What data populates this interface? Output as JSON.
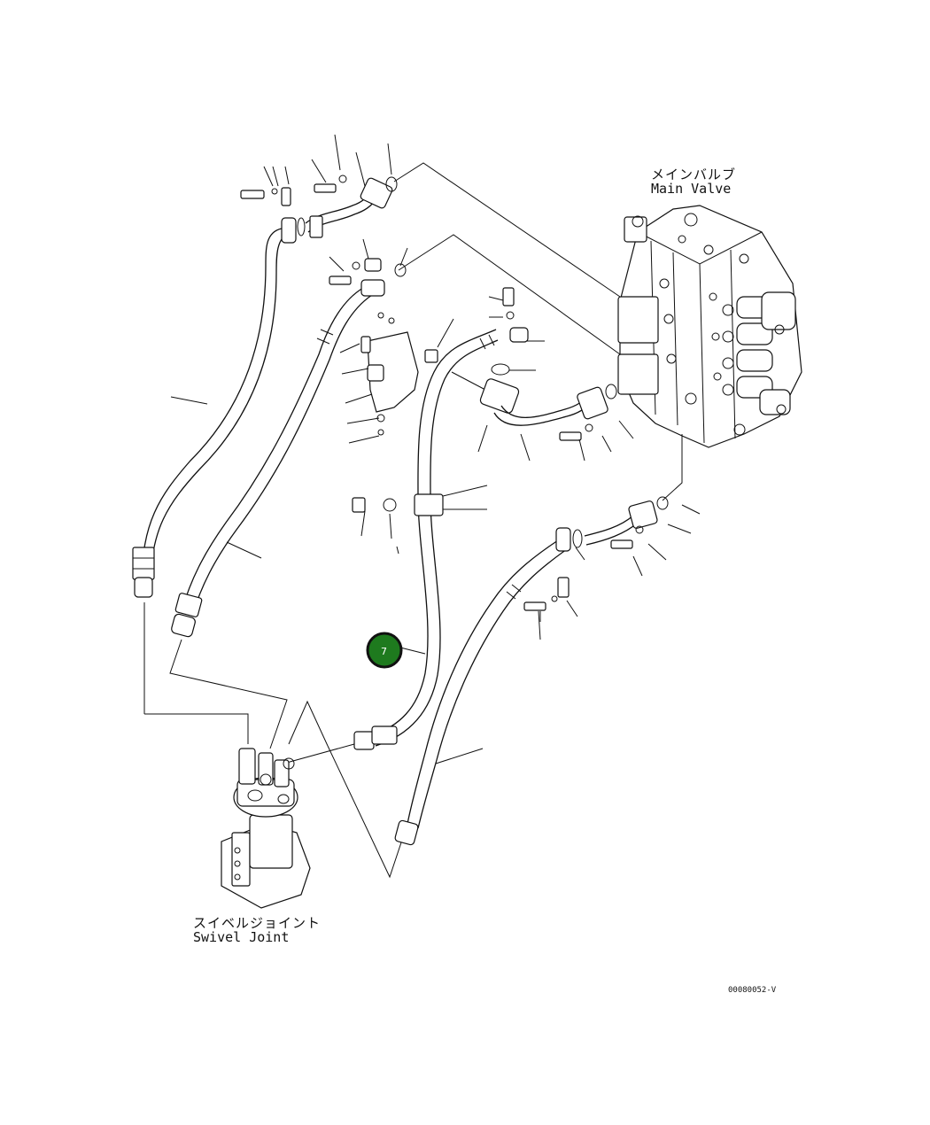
{
  "labels": {
    "main_valve_jp": "メインバルブ",
    "main_valve_en": "Main Valve",
    "swivel_joint_jp": "スイベルジョイント",
    "swivel_joint_en": "Swivel Joint",
    "drawing_code": "00080052-V"
  },
  "hotspot": {
    "number": "7",
    "color": "#1e7a1e"
  }
}
